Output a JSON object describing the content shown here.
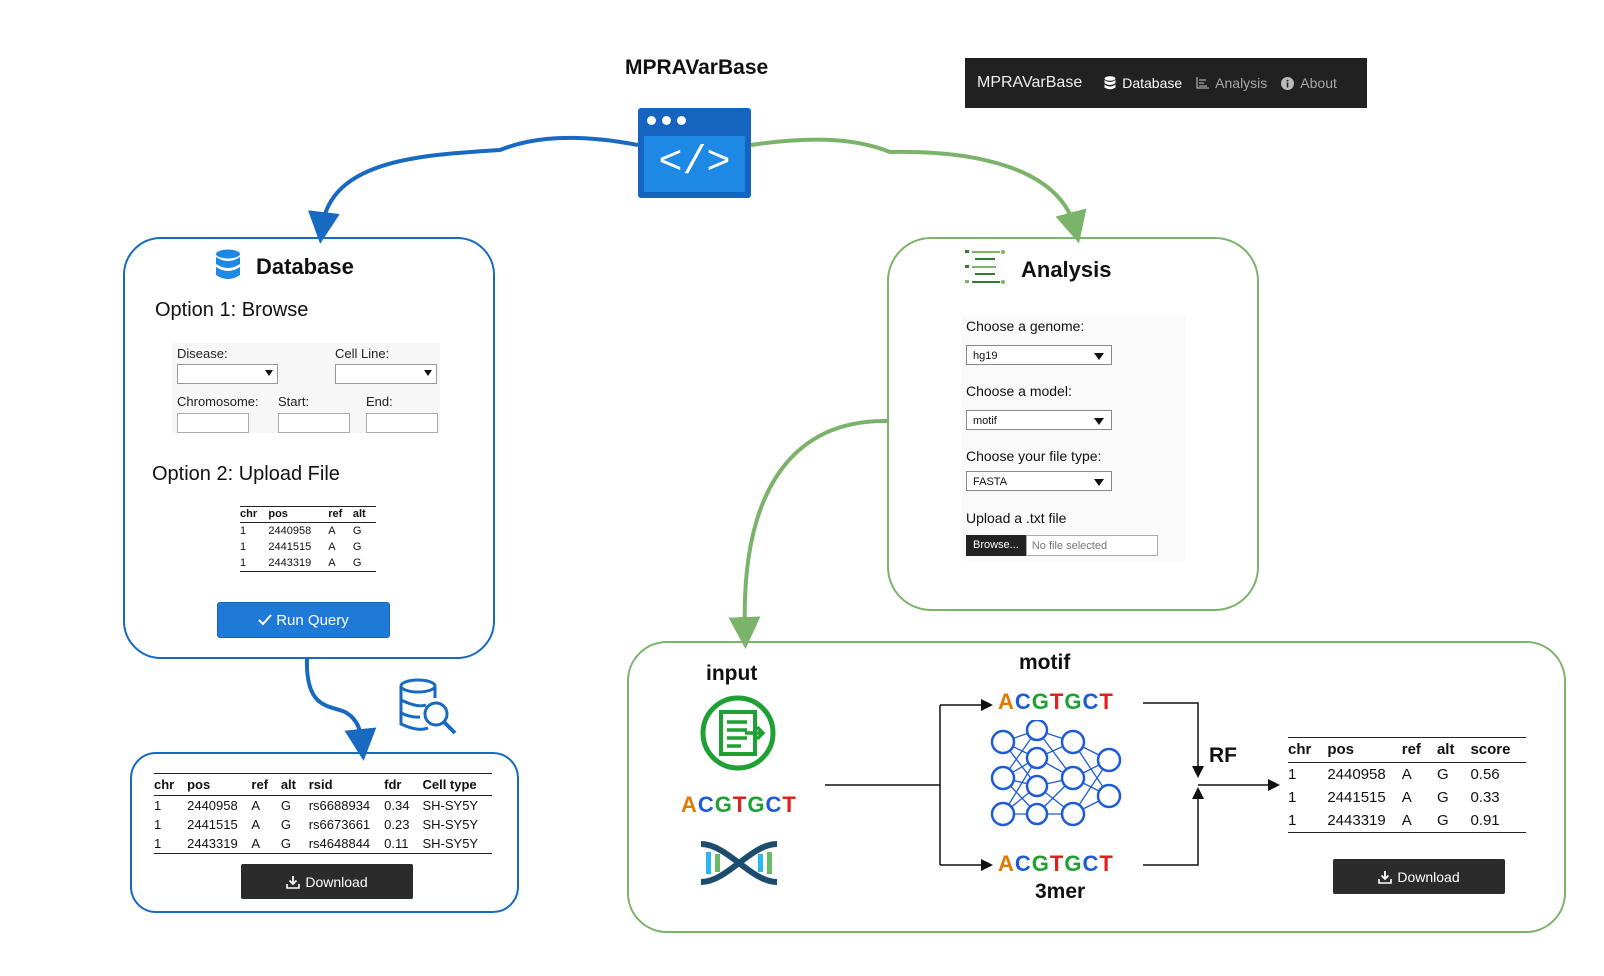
{
  "app": {
    "title": "MPRAVarBase",
    "code_glyph": "</>",
    "icon": "browser-code-icon"
  },
  "navbar": {
    "brand": "MPRAVarBase",
    "items": [
      {
        "label": "Database",
        "icon": "database-icon"
      },
      {
        "label": "Analysis",
        "icon": "chart-icon"
      },
      {
        "label": "About",
        "icon": "info-icon"
      }
    ]
  },
  "database": {
    "title": "Database",
    "option1": "Option 1: Browse",
    "option2": "Option 2: Upload File",
    "fields": {
      "disease": "Disease:",
      "cell_line": "Cell Line:",
      "chromosome": "Chromosome:",
      "start": "Start:",
      "end": "End:"
    },
    "upload_table": {
      "headers": [
        "chr",
        "pos",
        "ref",
        "alt"
      ],
      "rows": [
        [
          "1",
          "2440958",
          "A",
          "G"
        ],
        [
          "1",
          "2441515",
          "A",
          "G"
        ],
        [
          "1",
          "2443319",
          "A",
          "G"
        ]
      ]
    },
    "run_button": "Run Query"
  },
  "db_results": {
    "headers": [
      "chr",
      "pos",
      "ref",
      "alt",
      "rsid",
      "fdr",
      "Cell type"
    ],
    "rows": [
      [
        "1",
        "2440958",
        "A",
        "G",
        "rs6688934",
        "0.34",
        "SH-SY5Y"
      ],
      [
        "1",
        "2441515",
        "A",
        "G",
        "rs6673661",
        "0.23",
        "SH-SY5Y"
      ],
      [
        "1",
        "2443319",
        "A",
        "G",
        "rs4648844",
        "0.11",
        "SH-SY5Y"
      ]
    ],
    "download": "Download"
  },
  "analysis": {
    "title": "Analysis",
    "genome_label": "Choose a genome:",
    "genome_value": "hg19",
    "model_label": "Choose a model:",
    "model_value": "motif",
    "filetype_label": "Choose your file type:",
    "filetype_value": "FASTA",
    "upload_label": "Upload a .txt file",
    "browse_button": "Browse...",
    "no_file": "No file selected"
  },
  "pipeline": {
    "input_label": "input",
    "sequence": "ACGTGCT",
    "motif_label": "motif",
    "kmer_label": "3mer",
    "rf_label": "RF",
    "colors": {
      "A": "#e07b00",
      "C": "#1e5bd6",
      "G": "#1ea035",
      "T": "#e0201c"
    }
  },
  "results": {
    "headers": [
      "chr",
      "pos",
      "ref",
      "alt",
      "score"
    ],
    "rows": [
      [
        "1",
        "2440958",
        "A",
        "G",
        "0.56"
      ],
      [
        "1",
        "2441515",
        "A",
        "G",
        "0.33"
      ],
      [
        "1",
        "2443319",
        "A",
        "G",
        "0.91"
      ]
    ],
    "download": "Download"
  },
  "colors": {
    "database_blue": "#1769c2",
    "analysis_green": "#7cb36a"
  }
}
